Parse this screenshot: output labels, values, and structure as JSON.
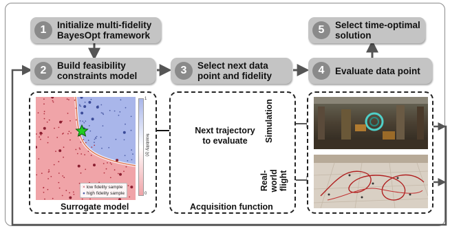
{
  "steps": [
    {
      "num": "1",
      "label": "Initialize multi-fidelity\nBayesOpt framework"
    },
    {
      "num": "2",
      "label": "Build feasibility\nconstraints model"
    },
    {
      "num": "3",
      "label": "Select next data\npoint and fidelity"
    },
    {
      "num": "4",
      "label": "Evaluate data point"
    },
    {
      "num": "5",
      "label": "Select time-optimal\nsolution"
    }
  ],
  "panels": {
    "surrogate": {
      "caption": "Surrogate model",
      "colorbar": {
        "top": "1",
        "bottom": "0",
        "label": "feasibility (y)"
      },
      "legend": {
        "low": "low fidelity sample",
        "high": "high fidelity sample"
      }
    },
    "acquisition": {
      "caption": "Acquisition function",
      "arrow_label": "Next trajectory\nto evaluate"
    },
    "evaluation": {
      "simulation": "Simulation",
      "real": "Real-world\nflight"
    }
  },
  "colors": {
    "step_bg": "#c4c4c4",
    "num_bg": "#8a8a8a",
    "infeasible": "#f0a4a8",
    "feasible": "#a9b6ea",
    "low_fidelity": "#b03040",
    "star": "#22cc22"
  }
}
